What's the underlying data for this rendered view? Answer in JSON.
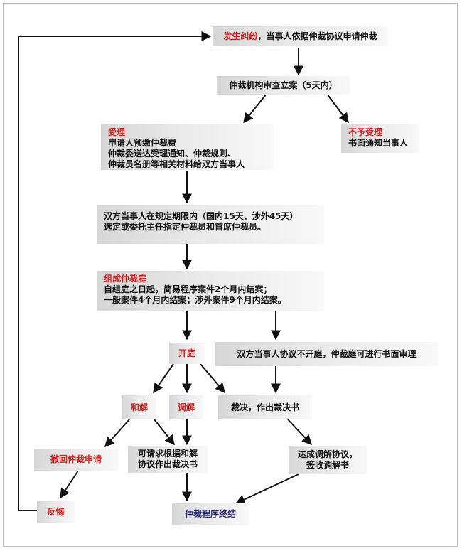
{
  "nodes": {
    "dispute": {
      "highlight": "发生纠纷",
      "text": "，当事人依据仲裁协议申请仲裁"
    },
    "review": {
      "text": "仲裁机构审查立案（5天内）"
    },
    "accept": {
      "title": "受理",
      "lines": [
        "申请人预缴仲裁费",
        "仲裁委送达受理通知、仲裁规则、",
        "仲裁员名册等相关材料给双方当事人"
      ]
    },
    "reject": {
      "title": "不予受理",
      "line": "书面通知当事人"
    },
    "select": {
      "lines": [
        "双方当事人在规定期限内（国内15天、涉外45天）",
        "选定或委托主任指定仲裁员和首席仲裁员。"
      ]
    },
    "tribunal": {
      "title": "组成仲裁庭",
      "lines": [
        "自组庭之日起，简易程序案件2个月内结案；",
        "一般案件4个月内结案；涉外案件9个月内结案。"
      ]
    },
    "hearing": {
      "text": "开庭"
    },
    "written": {
      "text": "双方当事人协议不开庭，仲裁庭可进行书面审理"
    },
    "settle": {
      "text": "和解"
    },
    "mediate": {
      "text": "调解"
    },
    "award": {
      "text": "裁决，作出裁决书"
    },
    "withdraw": {
      "text": "撤回仲裁申请"
    },
    "request": {
      "lines": [
        "可请求根据和解",
        "协议作出裁决书"
      ]
    },
    "agreement": {
      "lines": [
        "达成调解协议，",
        "签收调解书"
      ]
    },
    "regret": {
      "text": "反悔"
    },
    "end": {
      "text": "仲裁程序终结"
    }
  },
  "colors": {
    "highlight": "#d61f1f",
    "end_text": "#2a2a72",
    "arrow": "#111111"
  }
}
